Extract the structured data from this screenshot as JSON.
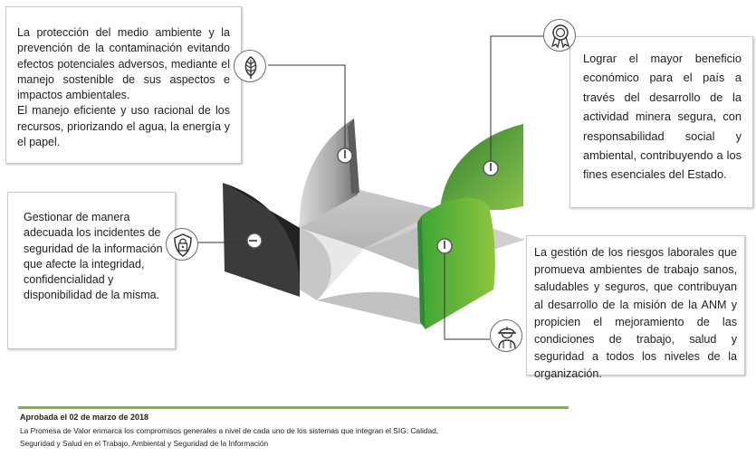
{
  "boxes": {
    "environment": {
      "paragraphs": [
        "La protección del medio ambiente y la prevención de la contaminación evitando efectos potenciales adversos, mediante el manejo sostenible de sus aspectos e impactos ambientales.",
        "El manejo eficiente y uso racional de los recursos, priorizando el agua, la energía y el papel."
      ],
      "icon": "leaf-icon"
    },
    "economic": {
      "text": "Lograr el mayor beneficio económico para el país a través del desarrollo de la actividad minera segura, con responsabilidad social y ambiental, contribuyendo a los fines esenciales del Estado.",
      "icon": "award-ribbon-icon"
    },
    "security": {
      "text": "Gestionar de manera adecuada los incidentes de seguridad de la información que afecte la integridad, confidencialidad y disponibilidad de la misma.",
      "icon": "shield-lock-icon"
    },
    "occupational": {
      "text": "La gestión de los riesgos laborales que promueva ambientes de trabajo sanos, saludables y seguros, que contribuyan al desarrollo de la misión de la ANM y propicien el mejoramiento de las condiciones de trabajo, salud y seguridad a todos los niveles de la organización.",
      "icon": "hard-hat-worker-icon"
    }
  },
  "footer": {
    "date": "Aprobada el 02 de marzo de 2018",
    "note": "La Promesa de Valor enmarca los compromisos generales a nivel de cada uno de los sistemas que integran el SIG: Calidad, Seguridad y Salud en el Trabajo, Ambiental y Seguridad de la Información"
  },
  "colors": {
    "accent_green": "#7ab648",
    "dark_green": "#2e7d32",
    "bright_green": "#4caf28",
    "dark_gray": "#3a3a3a",
    "light_gray": "#bdbdbd"
  }
}
